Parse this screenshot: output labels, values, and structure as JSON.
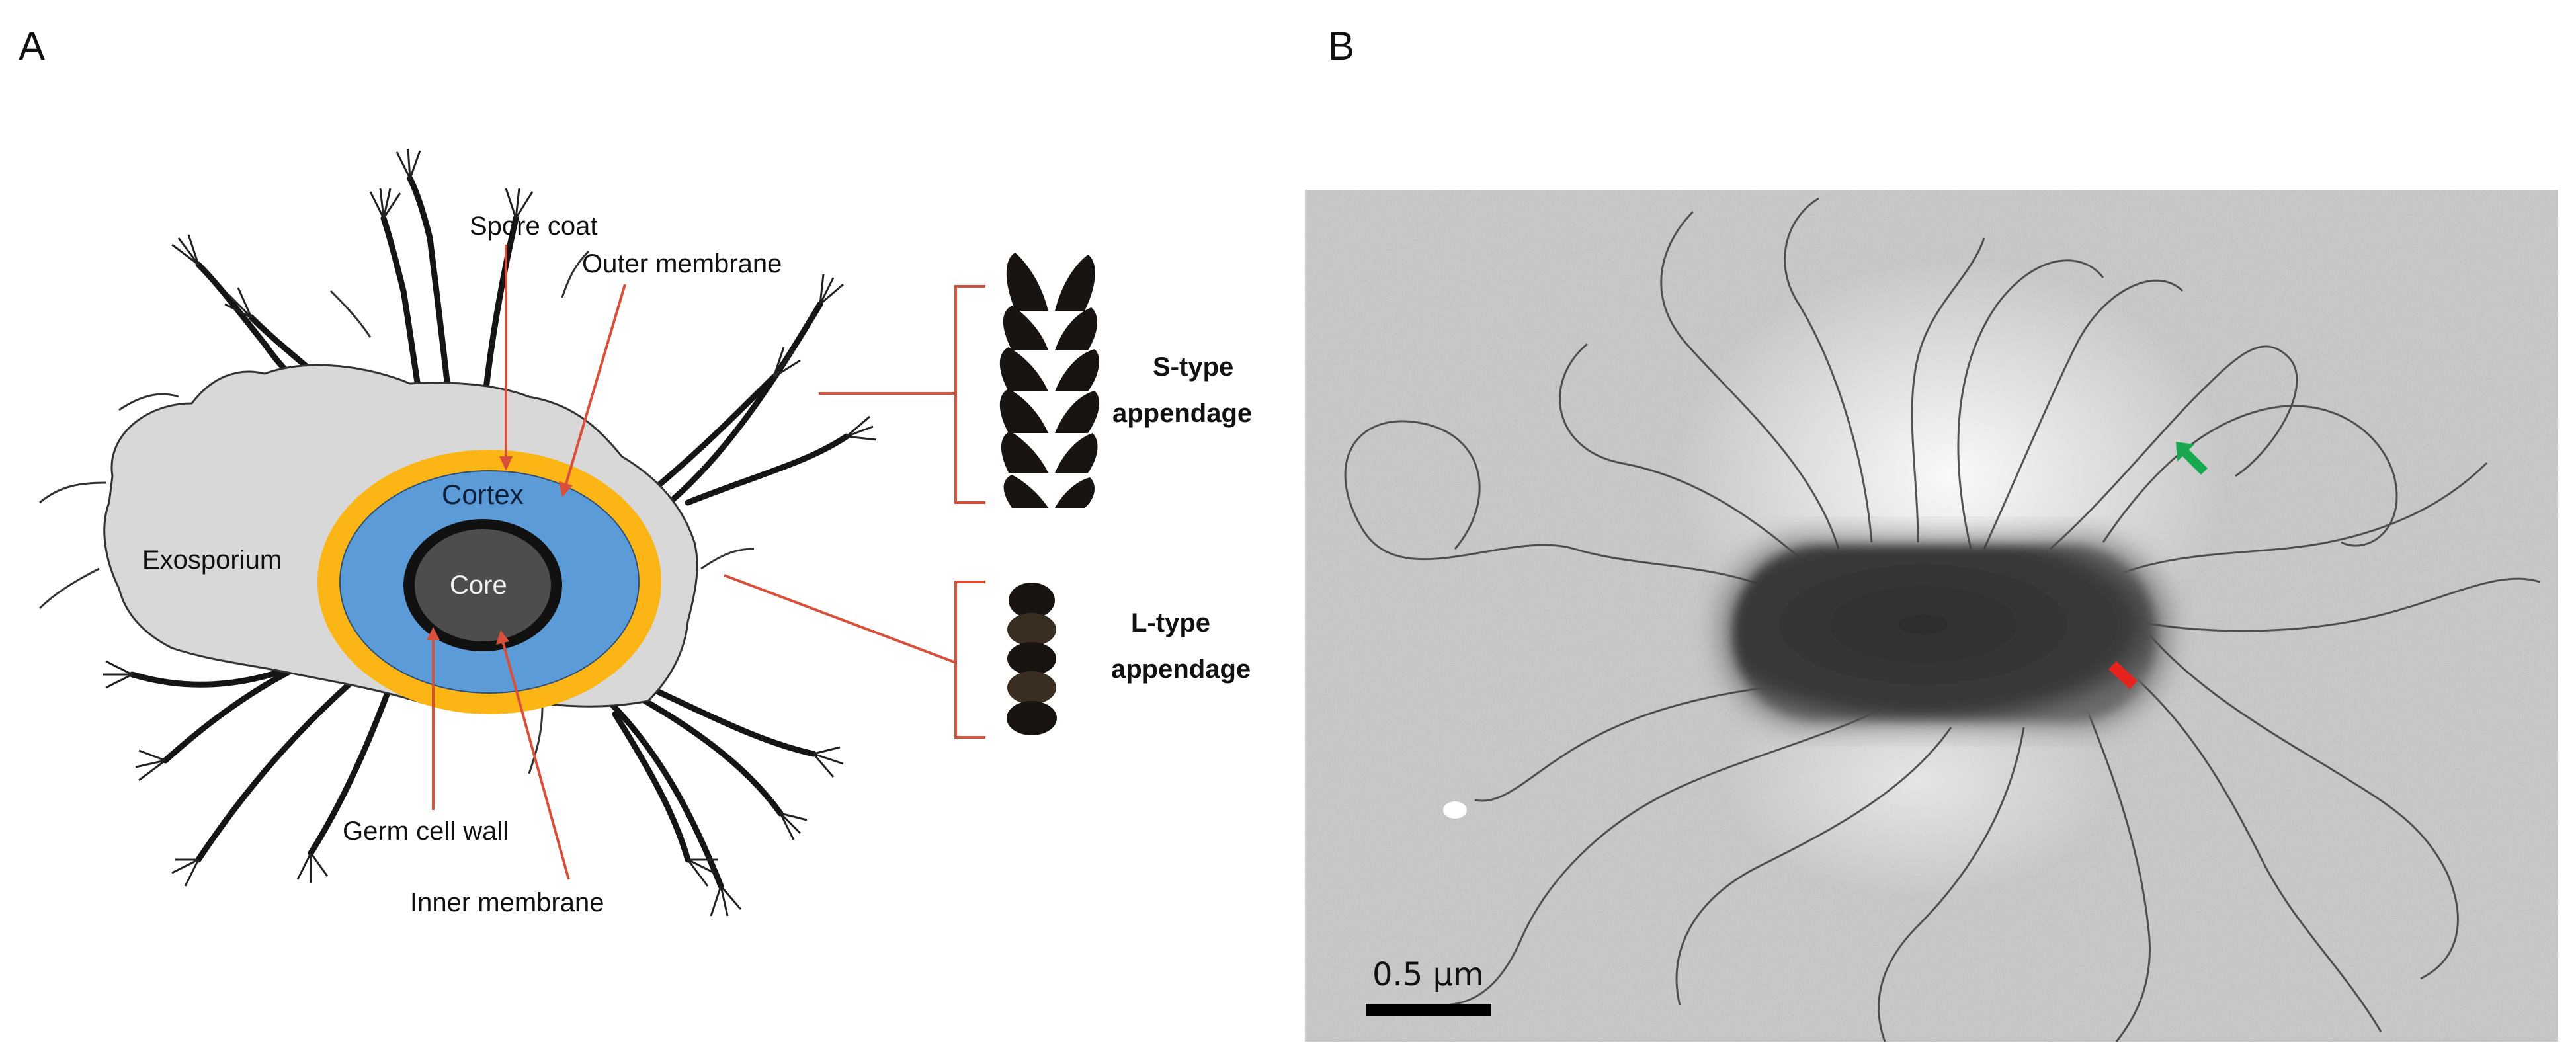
{
  "panel_a": {
    "letter": "A",
    "labels": {
      "spore_coat": "Spore coat",
      "outer_membrane": "Outer membrane",
      "cortex": "Cortex",
      "exosporium": "Exosporium",
      "core": "Core",
      "germ_cell_wall": "Germ cell wall",
      "inner_membrane": "Inner membrane"
    },
    "s_type": {
      "line1": "S-type",
      "line2": "appendage"
    },
    "l_type": {
      "line1": "L-type",
      "line2": "appendage"
    },
    "colors": {
      "exosporium": "#d8d8d8",
      "spore_coat": "#fbb515",
      "cortex": "#5b9bd8",
      "core": "#4a4a4a",
      "leader_lines": "#d9503a"
    }
  },
  "panel_b": {
    "letter": "B",
    "scale_bar_label": "0.5 µm",
    "arrows": {
      "green": "#19a84f",
      "red": "#e8231e"
    }
  }
}
